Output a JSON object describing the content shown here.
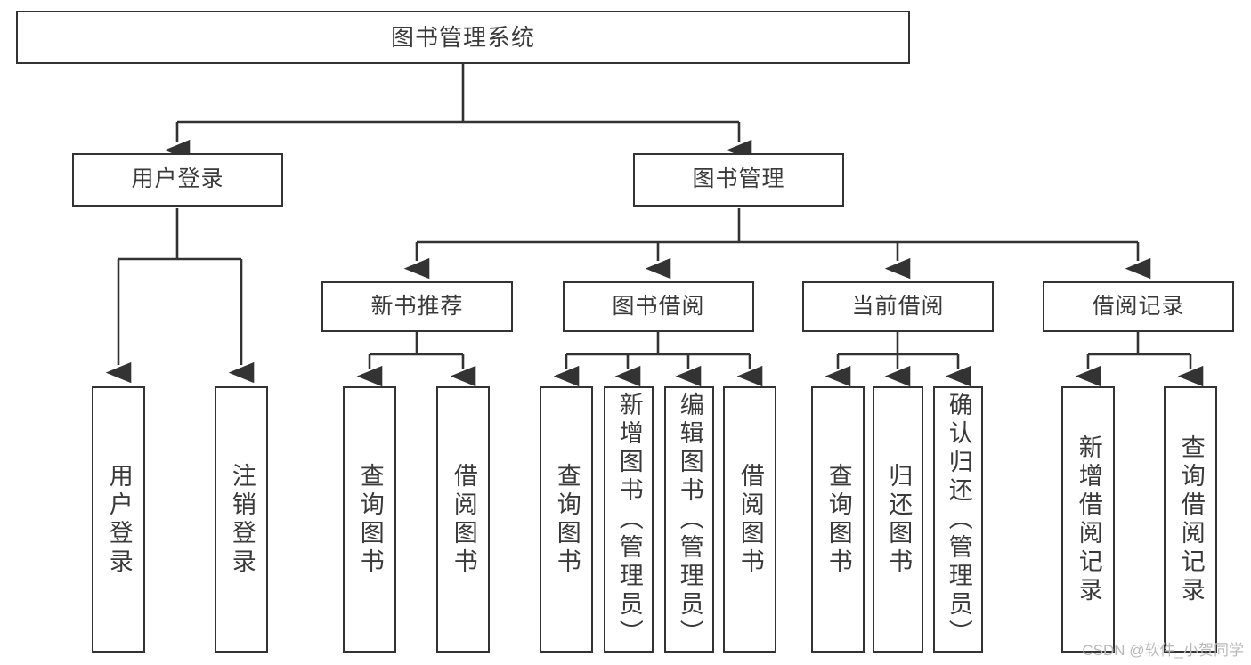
{
  "diagram": {
    "title": "图书管理系统",
    "type": "hierarchy-tree",
    "colors": {
      "background": "#ffffff",
      "box_border": "#333333",
      "box_fill": "#ffffff",
      "text": "#3a3a3a",
      "connector": "#333333",
      "watermark": "#b9b9b9"
    },
    "root": {
      "label": "图书管理系统"
    },
    "level2": [
      {
        "label": "用户登录"
      },
      {
        "label": "图书管理"
      }
    ],
    "level3": [
      {
        "label": "新书推荐"
      },
      {
        "label": "图书借阅"
      },
      {
        "label": "当前借阅"
      },
      {
        "label": "借阅记录"
      }
    ],
    "leaves": {
      "user_login": [
        {
          "label": "用户登录"
        },
        {
          "label": "注销登录"
        }
      ],
      "new_book": [
        {
          "label": "查询图书"
        },
        {
          "label": "借阅图书"
        }
      ],
      "book_borrow": [
        {
          "label": "查询图书"
        },
        {
          "label": "新增图书（管理员）"
        },
        {
          "label": "编辑图书（管理员）"
        },
        {
          "label": "借阅图书"
        }
      ],
      "current_borrow": [
        {
          "label": "查询图书"
        },
        {
          "label": "归还图书"
        },
        {
          "label": "确认归还（管理员）"
        }
      ],
      "borrow_record": [
        {
          "label": "新增借阅记录"
        },
        {
          "label": "查询借阅记录"
        }
      ]
    }
  },
  "watermark": {
    "text": "CSDN @软件_小贺同学"
  }
}
